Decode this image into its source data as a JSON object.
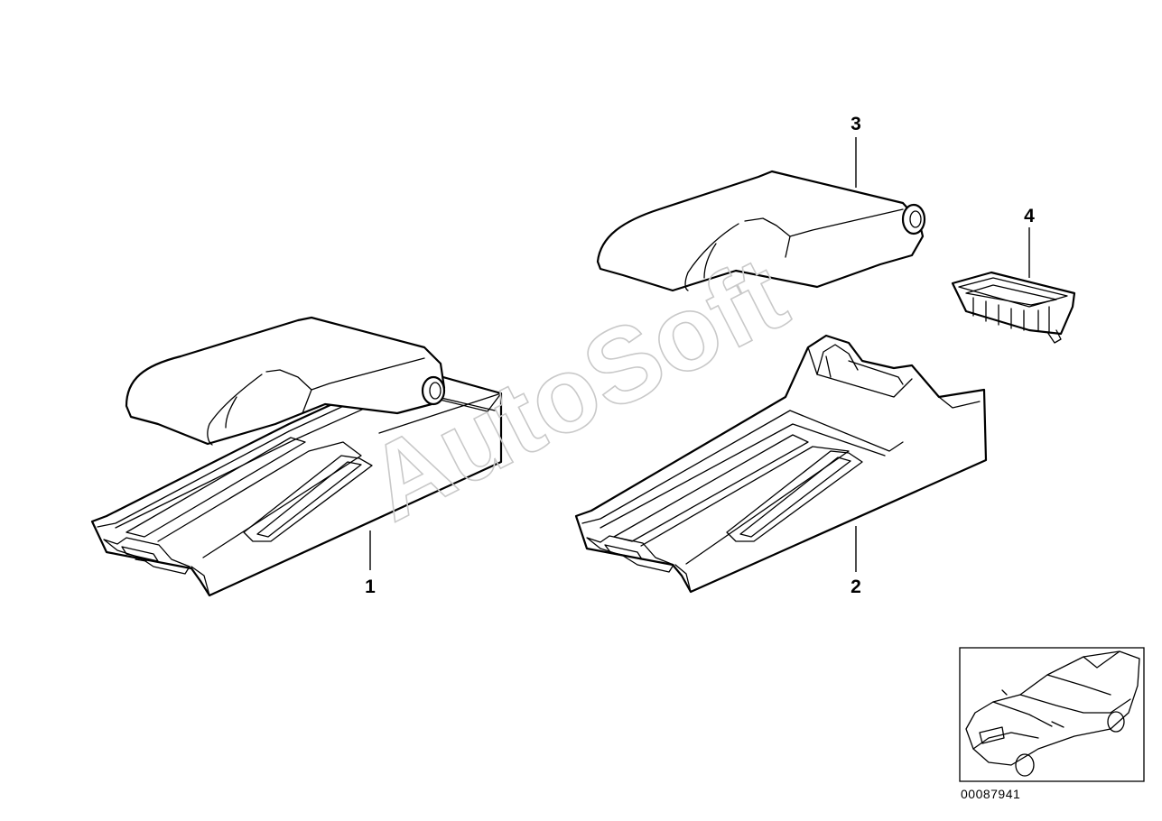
{
  "callouts": {
    "part_1": "1",
    "part_2": "2",
    "part_3": "3",
    "part_4": "4"
  },
  "watermark": "AutoSoft",
  "diagram_number": "00087941",
  "colors": {
    "line": "#000000",
    "background": "#ffffff",
    "watermark": "#c9c9c9"
  },
  "icons": {
    "inset": "car-thumbnail-icon"
  }
}
